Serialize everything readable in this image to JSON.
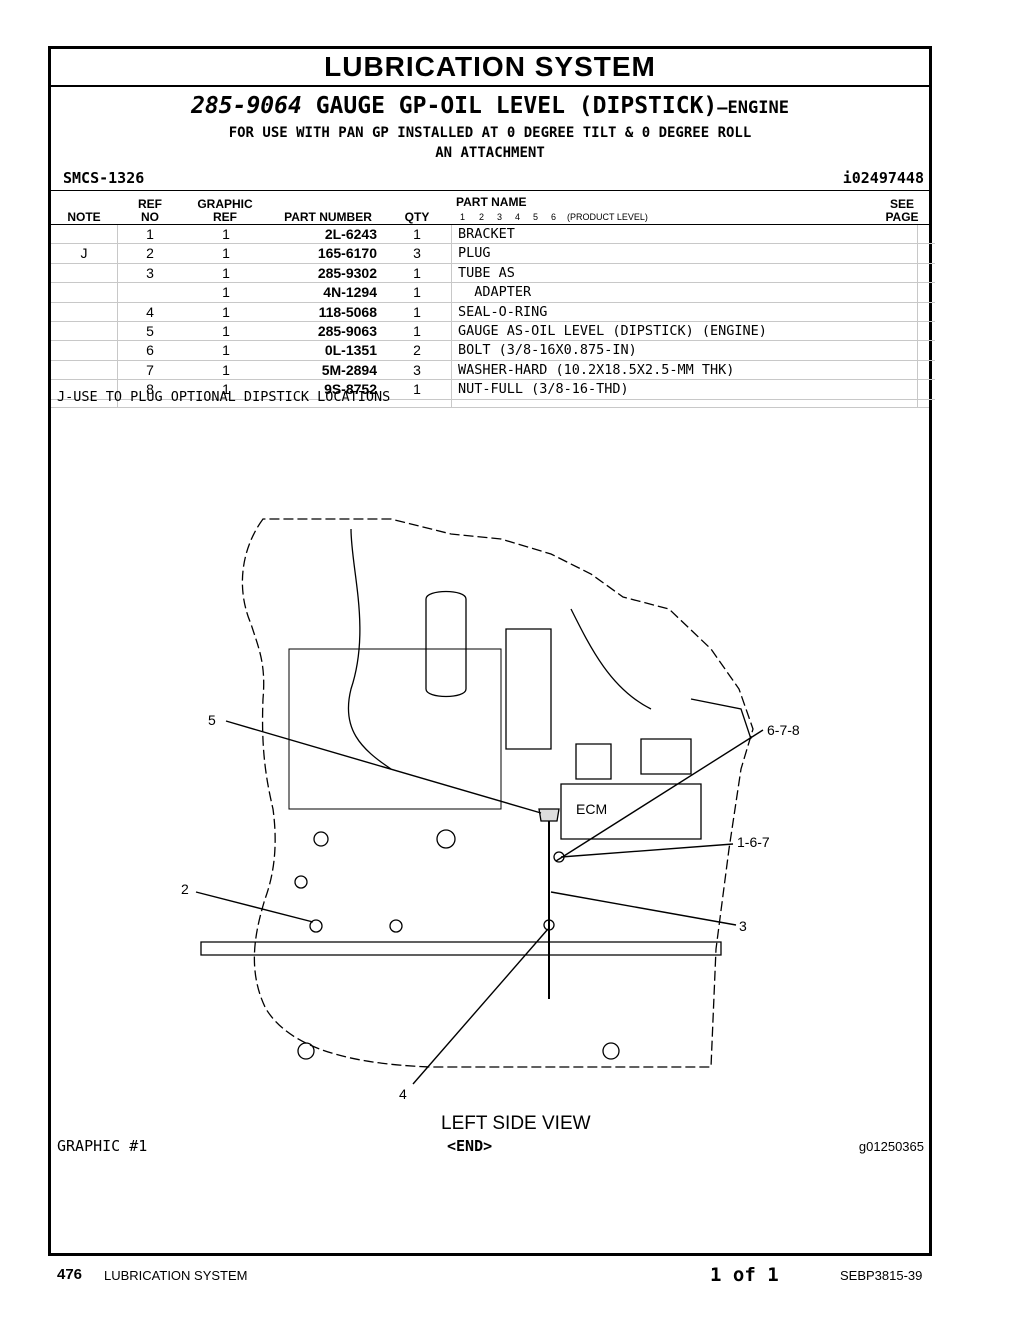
{
  "header": {
    "title": "LUBRICATION SYSTEM",
    "part_number": "285-9064",
    "part_title": "GAUGE GP-OIL LEVEL (DIPSTICK)",
    "part_suffix": "—ENGINE",
    "line1": "FOR USE WITH PAN GP INSTALLED AT 0 DEGREE TILT & 0 DEGREE ROLL",
    "line2": "AN ATTACHMENT",
    "smcs": "SMCS-1326",
    "info_id": "i02497448"
  },
  "columns": {
    "note": "NOTE",
    "ref_top": "REF",
    "ref_bottom": "NO",
    "graphic_top": "GRAPHIC",
    "graphic_bottom": "REF",
    "part_number": "PART NUMBER",
    "qty": "QTY",
    "part_name": "PART NAME",
    "product_level": [
      "1",
      "2",
      "3",
      "4",
      "5",
      "6",
      "(PRODUCT LEVEL)"
    ],
    "see_top": "SEE",
    "see_bottom": "PAGE"
  },
  "parts": [
    {
      "note": "",
      "ref": "1",
      "graphic": "1",
      "part_number": "2L-6243",
      "qty": "1",
      "name": "BRACKET"
    },
    {
      "note": "J",
      "ref": "2",
      "graphic": "1",
      "part_number": "165-6170",
      "qty": "3",
      "name": "PLUG"
    },
    {
      "note": "",
      "ref": "3",
      "graphic": "1",
      "part_number": "285-9302",
      "qty": "1",
      "name": "TUBE AS"
    },
    {
      "note": "",
      "ref": "",
      "graphic": "1",
      "part_number": "4N-1294",
      "qty": "1",
      "name": "  ADAPTER"
    },
    {
      "note": "",
      "ref": "4",
      "graphic": "1",
      "part_number": "118-5068",
      "qty": "1",
      "name": "SEAL-O-RING"
    },
    {
      "note": "",
      "ref": "5",
      "graphic": "1",
      "part_number": "285-9063",
      "qty": "1",
      "name": "GAUGE AS-OIL LEVEL (DIPSTICK) (ENGINE)"
    },
    {
      "note": "",
      "ref": "6",
      "graphic": "1",
      "part_number": "0L-1351",
      "qty": "2",
      "name": "BOLT (3/8-16X0.875-IN)"
    },
    {
      "note": "",
      "ref": "7",
      "graphic": "1",
      "part_number": "5M-2894",
      "qty": "3",
      "name": "WASHER-HARD (10.2X18.5X2.5-MM THK)"
    },
    {
      "note": "",
      "ref": "8",
      "graphic": "1",
      "part_number": "9S-8752",
      "qty": "1",
      "name": "NUT-FULL (3/8-16-THD)"
    }
  ],
  "note_text": "J-USE TO PLUG OPTIONAL DIPSTICK LOCATIONS",
  "drawing": {
    "callouts": [
      "5",
      "6-7-8",
      "1-6-7",
      "2",
      "3",
      "4"
    ],
    "ecm_label": "ECM",
    "view_label": "LEFT SIDE VIEW"
  },
  "graphic_label": "GRAPHIC #1",
  "end_mark": "<END>",
  "graphic_number": "g01250365",
  "footer": {
    "page": "476",
    "section": "LUBRICATION SYSTEM",
    "page_of": "1 of 1",
    "doc": "SEBP3815-39"
  }
}
